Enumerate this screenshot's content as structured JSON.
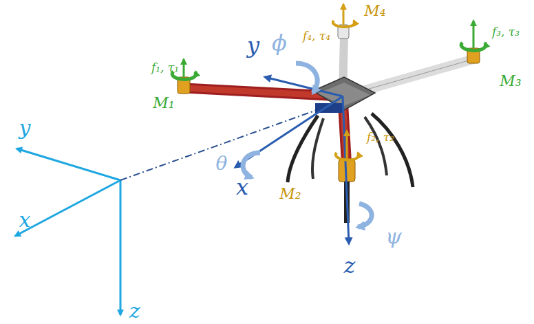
{
  "diagram": {
    "labels": [
      "y",
      "x",
      "z",
      "y",
      "ϕ",
      "θ",
      "x",
      "ψ",
      "z",
      "M₄",
      "f₄, τ₄",
      "f₁, τ₁",
      "M₁",
      "f₃, τ₃",
      "M₃",
      "f₂, τ₂",
      "M₂"
    ]
  }
}
